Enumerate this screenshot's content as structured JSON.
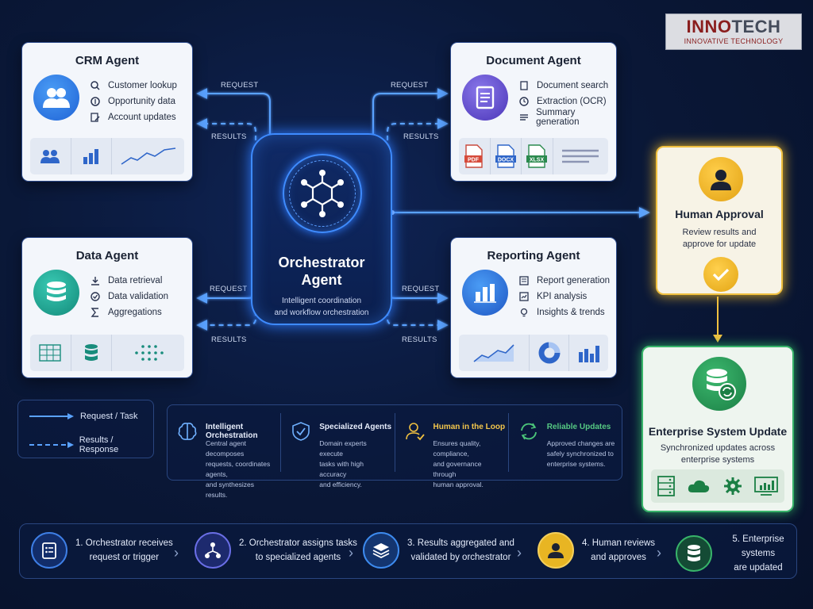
{
  "logo": {
    "brand_a": "INNO",
    "brand_b": "TECH",
    "tagline": "INNOVATIVE TECHNOLOGY"
  },
  "orchestrator": {
    "title_line1": "Orchestrator",
    "title_line2": "Agent",
    "sub_line1": "Intelligent coordination",
    "sub_line2": "and workflow orchestration"
  },
  "flow_labels": {
    "request": "REQUEST",
    "results": "RESULTS"
  },
  "agents": {
    "crm": {
      "title": "CRM Agent",
      "features": [
        "Customer lookup",
        "Opportunity data",
        "Account updates"
      ]
    },
    "document": {
      "title": "Document Agent",
      "features": [
        "Document search",
        "Extraction (OCR)",
        "Summary generation"
      ],
      "files": [
        "PDF",
        "DOCX",
        "XLSX"
      ]
    },
    "data": {
      "title": "Data Agent",
      "features": [
        "Data retrieval",
        "Data validation",
        "Aggregations"
      ]
    },
    "reporting": {
      "title": "Reporting Agent",
      "features": [
        "Report generation",
        "KPI analysis",
        "Insights & trends"
      ]
    }
  },
  "human": {
    "title": "Human Approval",
    "sub_line1": "Review results and",
    "sub_line2": "approve for update"
  },
  "enterprise": {
    "title": "Enterprise System Update",
    "sub_line1": "Synchronized updates across",
    "sub_line2": "enterprise systems"
  },
  "legend": {
    "request": "Request / Task",
    "results": "Results / Response"
  },
  "features": [
    {
      "title": "Intelligent Orchestration",
      "desc": [
        "Central agent decomposes",
        "requests, coordinates agents,",
        "and synthesizes results."
      ]
    },
    {
      "title": "Specialized Agents",
      "desc": [
        "Domain experts execute",
        "tasks with high accuracy",
        "and efficiency."
      ]
    },
    {
      "title": "Human in the Loop",
      "desc": [
        "Ensures quality, compliance,",
        "and governance through",
        "human approval."
      ]
    },
    {
      "title": "Reliable Updates",
      "desc": [
        "Approved changes are",
        "safely synchronized to",
        "enterprise systems."
      ]
    }
  ],
  "steps": [
    {
      "line1": "1. Orchestrator receives",
      "line2": "request or trigger"
    },
    {
      "line1": "2. Orchestrator assigns tasks",
      "line2": "to specialized agents"
    },
    {
      "line1": "3. Results aggregated and",
      "line2": "validated by orchestrator"
    },
    {
      "line1": "4. Human reviews",
      "line2": "and approves"
    },
    {
      "line1": "5. Enterprise systems",
      "line2": "are updated"
    }
  ],
  "colors": {
    "accent_blue": "#3e8bff",
    "approval_gold": "#f0c040",
    "enterprise_green": "#38b46a",
    "background": "#0a1838"
  }
}
